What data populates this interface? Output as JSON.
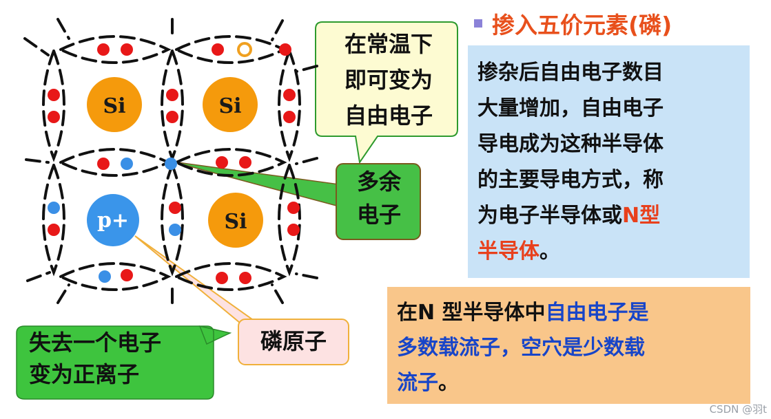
{
  "heading": {
    "text": "掺入五价元素(磷)"
  },
  "atoms": [
    {
      "label": "Si",
      "kind": "silicon"
    },
    {
      "label": "Si",
      "kind": "silicon"
    },
    {
      "label": "p+",
      "kind": "phosphorus"
    },
    {
      "label": "Si",
      "kind": "silicon"
    }
  ],
  "callouts": {
    "room_temp": [
      "在常温下",
      "即可变为",
      "自由电子"
    ],
    "extra_electron": [
      "多余",
      "电子"
    ],
    "phosphorus_atom": [
      "磷原子"
    ],
    "lose_electron": [
      "失去一个电子",
      "变为正离子"
    ]
  },
  "info_blue": {
    "lines": [
      "掺杂后自由电子数目",
      "大量增加，自由电子",
      "导电成为这种半导体",
      "的主要导电方式，称"
    ],
    "line5_prefix": "为电子半导体或",
    "line5_red": "N型",
    "line6_red": "半导体",
    "line6_suffix": "。"
  },
  "info_orange": {
    "l1_a": "在N 型半导体中",
    "l1_b": "自由电子是",
    "l2_a": "多数载流子，空穴是少数载",
    "l3_a": "流子",
    "l3_b": "。"
  },
  "colors": {
    "silicon": "#f59a0c",
    "phosphorus": "#3a95ea",
    "electron": "#e81818",
    "free_electron": "#3a8fe6",
    "blue_box": "#c9e3f7",
    "orange_box": "#f9c68a",
    "yellow_callout": "#fdfbd2",
    "green_callout": "#3ec43e",
    "pink_callout": "#fde2e2",
    "heading": "#e8501c"
  },
  "watermark": "CSDN @羽t"
}
